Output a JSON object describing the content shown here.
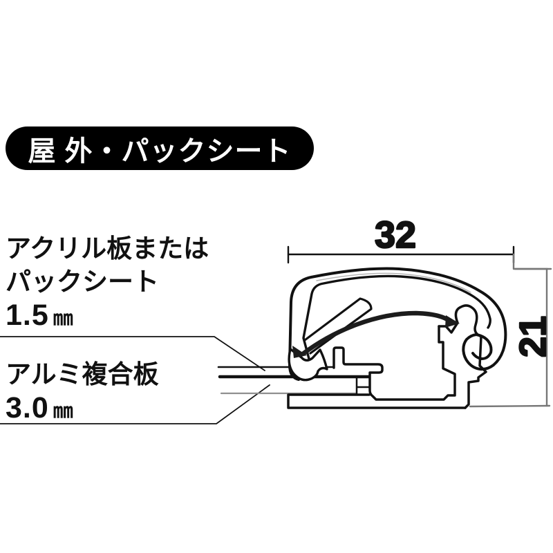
{
  "badge": {
    "label": "屋 外・パックシート"
  },
  "labels": {
    "acrylic": {
      "line1": "アクリル板または",
      "line2": "パックシート",
      "value": "1.5",
      "unit": "㎜"
    },
    "aluminum": {
      "line1": "アルミ複合板",
      "value": "3.0",
      "unit": "㎜"
    }
  },
  "dimensions": {
    "width_mm": "32",
    "height_mm": "21"
  },
  "colors": {
    "background": "#ffffff",
    "ink": "#111111",
    "badge_bg": "#000000",
    "badge_text": "#ffffff",
    "faint_line": "#8f8f8f",
    "spring_dark": "#1c1c1c"
  }
}
